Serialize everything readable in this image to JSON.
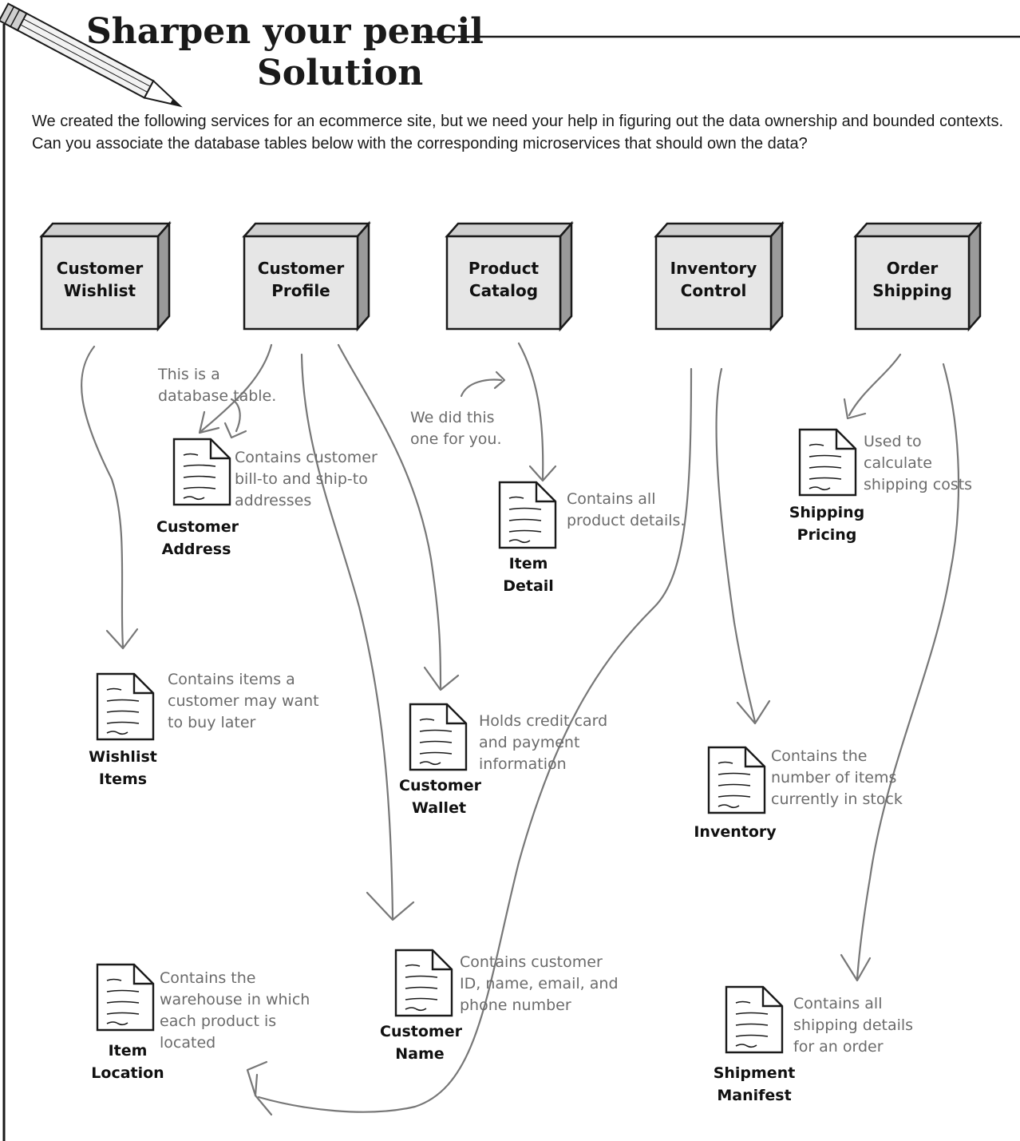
{
  "header": {
    "title_line1": "Sharpen your pencil",
    "title_line2": "Solution",
    "intro": "We created the following services for an ecommerce site, but we need your help in figuring out the data ownership and bounded contexts. Can you associate the database tables below with the corresponding microservices that should own the data?"
  },
  "services": [
    {
      "id": "customer-wishlist",
      "label": "Customer\nWishlist"
    },
    {
      "id": "customer-profile",
      "label": "Customer\nProfile"
    },
    {
      "id": "product-catalog",
      "label": "Product\nCatalog"
    },
    {
      "id": "inventory-control",
      "label": "Inventory\nControl"
    },
    {
      "id": "order-shipping",
      "label": "Order\nShipping"
    }
  ],
  "tables": [
    {
      "id": "customer-address",
      "label": "Customer\nAddress",
      "note": "Contains customer\nbill-to and ship-to\naddresses"
    },
    {
      "id": "item-detail",
      "label": "Item\nDetail",
      "note": "Contains all\nproduct details."
    },
    {
      "id": "shipping-pricing",
      "label": "Shipping\nPricing",
      "note": "Used to\ncalculate\nshipping costs"
    },
    {
      "id": "wishlist-items",
      "label": "Wishlist\nItems",
      "note": "Contains items a\ncustomer may want\nto buy later"
    },
    {
      "id": "customer-wallet",
      "label": "Customer\nWallet",
      "note": "Holds credit card\nand payment\ninformation"
    },
    {
      "id": "inventory",
      "label": "Inventory",
      "note": "Contains the\nnumber of items\ncurrently in stock"
    },
    {
      "id": "item-location",
      "label": "Item\nLocation",
      "note": "Contains the\nwarehouse in which\neach product is\nlocated"
    },
    {
      "id": "customer-name",
      "label": "Customer\nName",
      "note": "Contains customer\nID, name, email, and\nphone number"
    },
    {
      "id": "shipment-manifest",
      "label": "Shipment\nManifest",
      "note": "Contains all\nshipping details\nfor an order"
    }
  ],
  "callouts": {
    "database_table": "This is a\ndatabase table.",
    "example": "We did this\none for you."
  },
  "colors": {
    "ink": "#1a1a1a",
    "handwriting": "#6b6b6b",
    "box_face": "#e6e6e6",
    "box_side": "#9a9a9a"
  }
}
